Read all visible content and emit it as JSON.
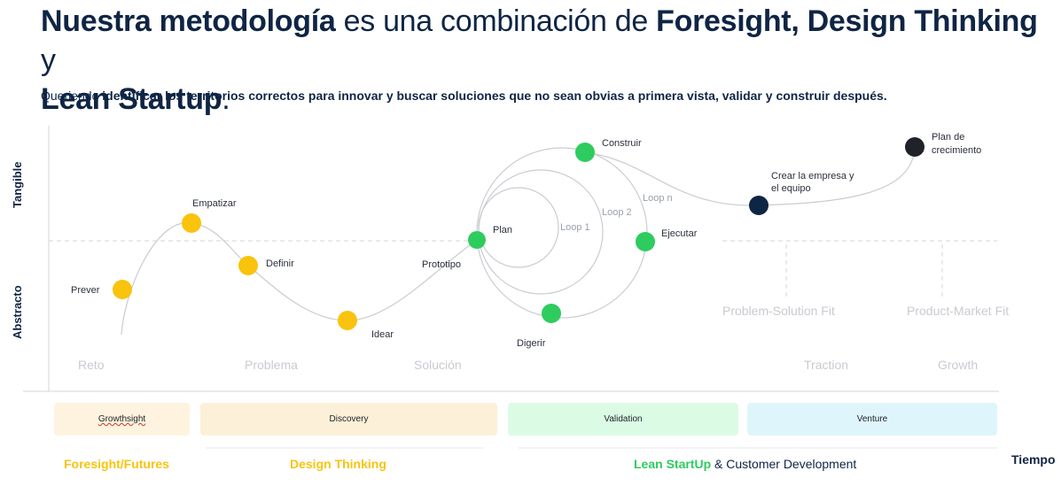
{
  "header": {
    "title_b1": "Nuestra metodología",
    "title_t1": " es una combinación de ",
    "title_b2": "Foresight, Design Thinking",
    "title_t2": " y ",
    "title_b3": "Lean Startup",
    "title_t3": ".",
    "subtitle_t1": "Queriendo ",
    "subtitle_b1": "identificar los territorios correctos para innovar y buscar soluciones que no sean obvias a primera vista, validar y construir después."
  },
  "axes": {
    "y_top": "Tangible",
    "y_bottom": "Abstracto",
    "x": "Tiempo"
  },
  "points": [
    {
      "id": "prever",
      "label": "Prever",
      "color": "#f9c30e"
    },
    {
      "id": "empatizar",
      "label": "Empatizar",
      "color": "#f9c30e"
    },
    {
      "id": "definir",
      "label": "Definir",
      "color": "#f9c30e"
    },
    {
      "id": "idear",
      "label": "Idear",
      "color": "#f9c30e"
    },
    {
      "id": "prototipo",
      "label": "Prototipo",
      "color": "#2ecc5f"
    },
    {
      "id": "plan",
      "label": "Plan",
      "color": "#2ecc5f"
    },
    {
      "id": "construir",
      "label": "Construir",
      "color": "#2ecc5f"
    },
    {
      "id": "ejecutar",
      "label": "Ejecutar",
      "color": "#2ecc5f"
    },
    {
      "id": "digerir",
      "label": "Digerir",
      "color": "#2ecc5f"
    },
    {
      "id": "crear",
      "label_l1": "Crear la empresa y",
      "label_l2": "el equipo",
      "color": "#0f2544"
    },
    {
      "id": "plan_crecimiento",
      "label_l1": "Plan de",
      "label_l2": "crecimiento",
      "color": "#1f2329"
    }
  ],
  "loops": [
    "Loop 1",
    "Loop 2",
    "Loop n"
  ],
  "stages": [
    "Reto",
    "Problema",
    "Solución",
    "Traction",
    "Growth"
  ],
  "fits": [
    "Problem-Solution Fit",
    "Product-Market Fit"
  ],
  "phases": [
    {
      "label": "Growthsight",
      "bg": "#fdf3df"
    },
    {
      "label": "Discovery",
      "bg": "#fdf0d8"
    },
    {
      "label": "Validation",
      "bg": "#dcfbe5"
    },
    {
      "label": "Venture",
      "bg": "#def6fb"
    }
  ],
  "frameworks": {
    "foresight": "Foresight/Futures",
    "design": "Design Thinking",
    "lean_colored": "Lean StartUp",
    "lean_rest": " & Customer Development"
  },
  "colors": {
    "yellow": "#f9c30e",
    "green": "#2ecc5f",
    "navy": "#0f2544"
  }
}
